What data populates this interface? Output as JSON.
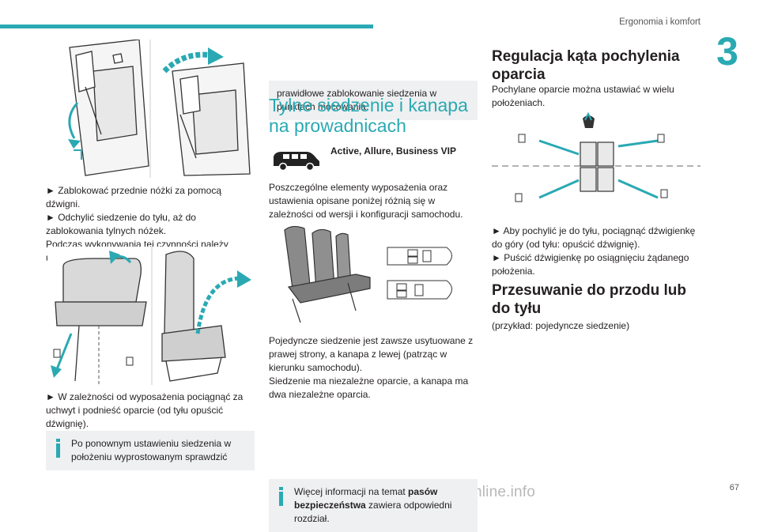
{
  "header": {
    "section": "Ergonomia i komfort",
    "chapter": "3"
  },
  "footer": {
    "page_number": "67",
    "watermark": "carmanualsonline.info"
  },
  "col1": {
    "text1": [
      "► Zablokować przednie nóżki za pomocą dźwigni.",
      "► Odchylić siedzenie do tyłu, aż do zablokowania tylnych nóżek.",
      "Podczas wykonywania tej czynności należy uważać na nogi pasażerów."
    ],
    "text2": "► W zależności od wyposażenia pociągnąć za uchwyt i podnieść oparcie (od tyłu opuścić dźwignię).",
    "note": "Po ponownym ustawieniu siedzenia w położeniu wyprostowanym sprawdzić"
  },
  "col2": {
    "note_cont": "prawidłowe zablokowanie siedzenia w punktach mocowania.",
    "heading": "Tylne siedzenie i kanapa na prowadnicach",
    "versions": "Active, Allure, Business VIP",
    "text1": "Poszczególne elementy wyposażenia oraz ustawienia opisane poniżej różnią się w zależności od wersji i konfiguracji samochodu.",
    "text2": [
      "Pojedyncze siedzenie jest zawsze usytuowane z prawej strony, a kanapa z lewej (patrząc w kierunku samochodu).",
      "Siedzenie ma niezależne oparcie, a kanapa ma dwa niezależne oparcia."
    ],
    "note_pre": "Więcej informacji na temat ",
    "note_bold": "pasów bezpieczeństwa",
    "note_post": " zawiera odpowiedni rozdział."
  },
  "col3": {
    "heading1": "Regulacja kąta pochylenia oparcia",
    "text1": "Pochylane oparcie można ustawiać w wielu położeniach.",
    "text2": [
      "► Aby pochylić je do tyłu, pociągnąć dźwigienkę do góry (od tyłu: opuścić dźwignię).",
      "► Puścić dźwigienkę po osiągnięciu żądanego położenia."
    ],
    "heading2": "Przesuwanie do przodu lub do tyłu",
    "text3": "(przykład: pojedyncze siedzenie)"
  },
  "colors": {
    "accent": "#2aa9b3",
    "note_bg": "#eef0f1",
    "text": "#231f20"
  }
}
